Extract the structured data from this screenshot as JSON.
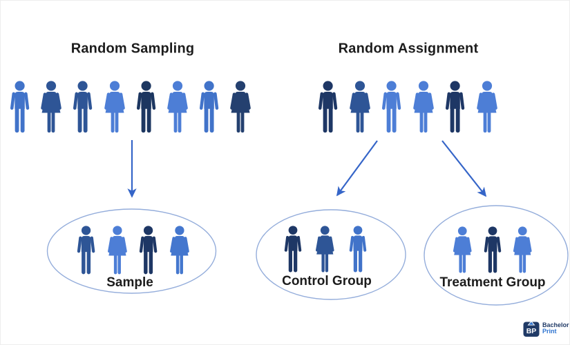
{
  "sampling": {
    "title": "Random Sampling",
    "population": [
      {
        "gender": "male",
        "color": "#4173C9"
      },
      {
        "gender": "female",
        "color": "#2E5596"
      },
      {
        "gender": "male",
        "color": "#2E5596"
      },
      {
        "gender": "female",
        "color": "#4D7ED6"
      },
      {
        "gender": "male",
        "color": "#1C3660"
      },
      {
        "gender": "female",
        "color": "#4D7ED6"
      },
      {
        "gender": "male",
        "color": "#4173C9"
      },
      {
        "gender": "female",
        "color": "#24406F"
      }
    ],
    "group": {
      "label": "Sample",
      "members": [
        {
          "gender": "male",
          "color": "#2E5596"
        },
        {
          "gender": "female",
          "color": "#4D7ED6"
        },
        {
          "gender": "male",
          "color": "#1E3765"
        },
        {
          "gender": "female",
          "color": "#4477CE"
        }
      ]
    }
  },
  "assignment": {
    "title": "Random Assignment",
    "population": [
      {
        "gender": "male",
        "color": "#1E3765"
      },
      {
        "gender": "female",
        "color": "#2E5596"
      },
      {
        "gender": "male",
        "color": "#4D7ED6"
      },
      {
        "gender": "female",
        "color": "#4D7ED6"
      },
      {
        "gender": "male",
        "color": "#1E3765"
      },
      {
        "gender": "female",
        "color": "#4D7ED6"
      }
    ],
    "groups": [
      {
        "label": "Control Group",
        "members": [
          {
            "gender": "male",
            "color": "#1E3765"
          },
          {
            "gender": "female",
            "color": "#2E5596"
          },
          {
            "gender": "male",
            "color": "#4173C9"
          }
        ]
      },
      {
        "label": "Treatment Group",
        "members": [
          {
            "gender": "female",
            "color": "#4D7ED6"
          },
          {
            "gender": "male",
            "color": "#1E3765"
          },
          {
            "gender": "female",
            "color": "#4D7ED6"
          }
        ]
      }
    ]
  },
  "logo": {
    "brand_top": "Bachelor",
    "brand_bottom": "Print",
    "icon_letters": "BP"
  },
  "colors": {
    "title": "#1C1C1C",
    "arrow": "#3565C8",
    "ellipse_stroke": "#94ADDB",
    "logo_navy": "#203A66",
    "logo_blue": "#2F74D0",
    "icon_medium_blue": "#4173C9",
    "icon_dark_blue": "#2E5596",
    "icon_navy": "#1E3765",
    "icon_light_blue": "#4D7ED6",
    "background": "#FFFFFF"
  }
}
